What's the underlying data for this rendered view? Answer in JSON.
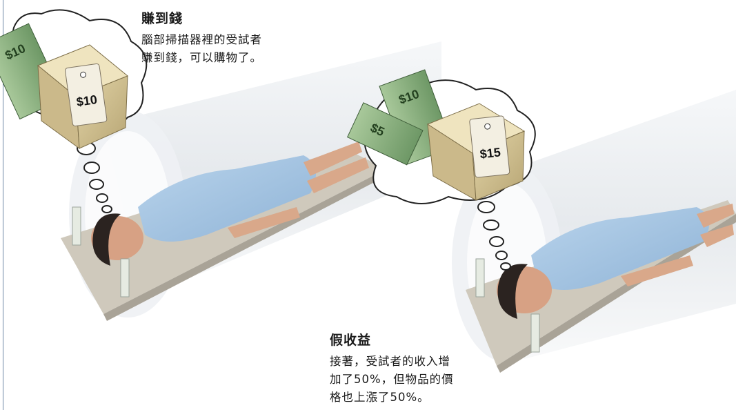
{
  "captions": [
    {
      "title": "賺到錢",
      "lines": [
        "腦部掃描器裡的受試者",
        "賺到錢，可以購物了。"
      ]
    },
    {
      "title": "假收益",
      "lines": [
        "接著，受試者的收入增",
        "加了50%，但物品的價",
        "格也上漲了50%。"
      ]
    }
  ],
  "price_tags": [
    "$10",
    "$15"
  ],
  "bills": [
    "$10",
    "$10",
    "$5"
  ]
}
